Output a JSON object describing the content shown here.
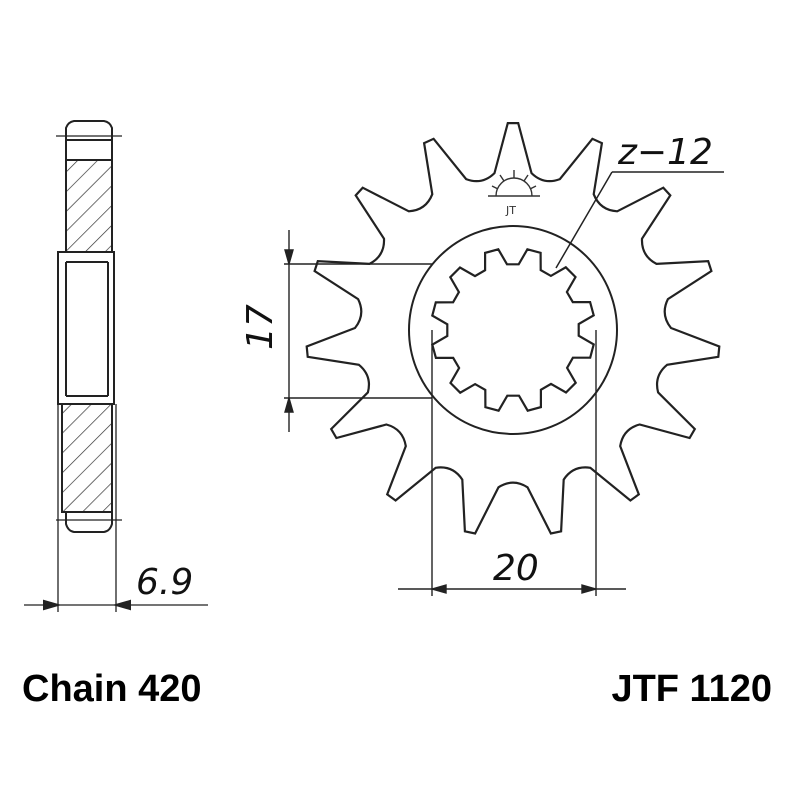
{
  "drawing": {
    "tooth_count_label": "z−12",
    "dim_width": "6.9",
    "dim_inner": "17",
    "dim_spline": "20"
  },
  "footer": {
    "chain_label": "Chain 420",
    "part_number": "JTF 1120"
  }
}
